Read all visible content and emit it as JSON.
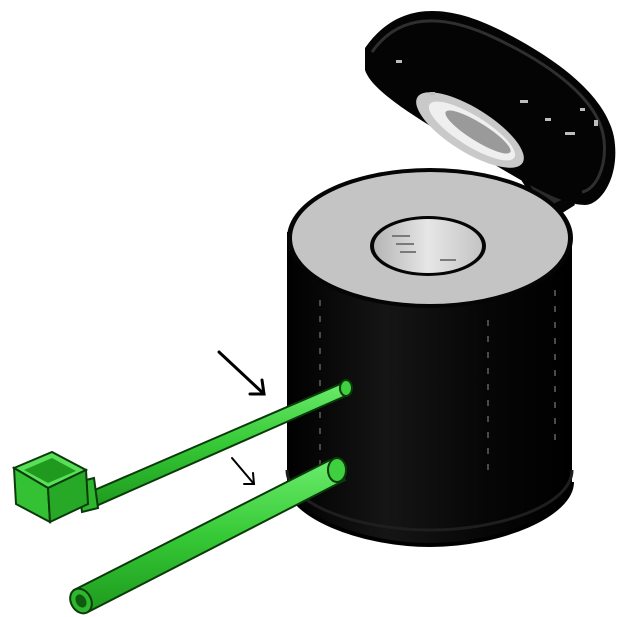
{
  "figure": {
    "background": "#ffffff",
    "colors": {
      "body": "#050505",
      "body_highlight": "#3a3a3a",
      "top_face": "#c8c8c8",
      "inner_bore": "#dcdcdc",
      "tube_green": "#3fd03f",
      "tube_green_dark": "#1f8f1f",
      "tube_outline": "#0b3a0b",
      "arrow": "#000000"
    },
    "parts": {
      "container": "cylinder-body",
      "lid": "hinged-lid",
      "upper_tube": "l-shaped-tube-with-cup",
      "lower_tube": "straight-tube"
    },
    "arrows": [
      "pointer-upper-tube",
      "pointer-lower-tube"
    ]
  }
}
